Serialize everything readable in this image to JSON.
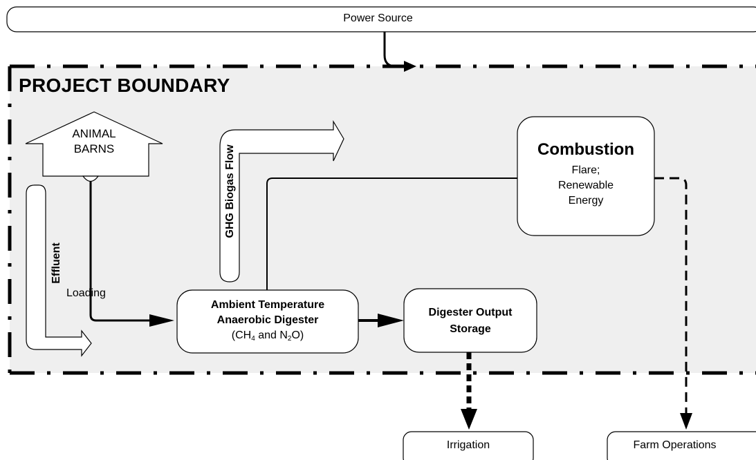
{
  "power_source": {
    "label": "Power Source"
  },
  "boundary": {
    "title": "PROJECT BOUNDARY"
  },
  "barns": {
    "line1": "ANIMAL",
    "line2": "BARNS"
  },
  "effluent": {
    "label": "Effluent"
  },
  "ghg_flow": {
    "label": "GHG Biogas Flow"
  },
  "loading": {
    "label": "Loading"
  },
  "combustion": {
    "title": "Combustion",
    "line1": "Flare;",
    "line2": "Renewable",
    "line3": "Energy"
  },
  "digester": {
    "line1": "Ambient Temperature",
    "line2": "Anaerobic Digester",
    "formula_prefix": "(CH",
    "formula_sub1": "4",
    "formula_mid": " and N",
    "formula_sub2": "2",
    "formula_suffix": "O)"
  },
  "storage": {
    "line1": "Digester Output",
    "line2": "Storage"
  },
  "outputs": {
    "irrigation": "Irrigation",
    "farm_operations": "Farm Operations"
  },
  "colors": {
    "boundary_fill": "#efefef",
    "stroke": "#000000",
    "box_fill": "#ffffff"
  }
}
